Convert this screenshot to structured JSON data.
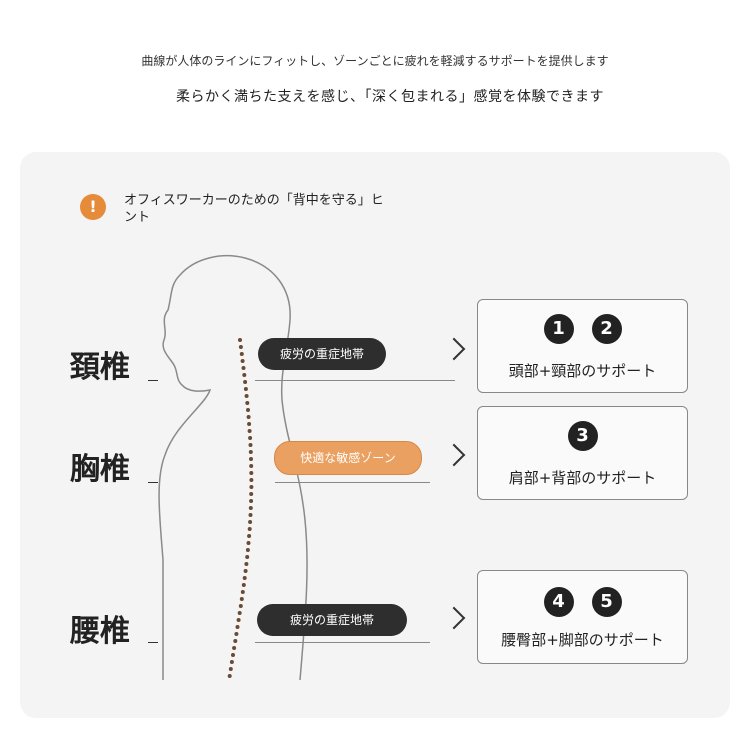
{
  "header": {
    "line1": "曲線が人体のラインにフィットし、ゾーンごとに疲れを軽減するサポートを提供します",
    "line2": "柔らかく満ちた支えを感じ、「深く包まれる」感覚を体験できます"
  },
  "tip": {
    "icon": "!",
    "text": "オフィスワーカーのための「背中を守る」ヒント"
  },
  "zones": [
    {
      "label": "頚椎",
      "pill": "疲労の重症地帯",
      "numbers": [
        "1",
        "2"
      ],
      "support": "頭部+頸部のサポート"
    },
    {
      "label": "胸椎",
      "pill": "快適な敏感ゾーン",
      "numbers": [
        "3"
      ],
      "support": "肩部+背部のサポート"
    },
    {
      "label": "腰椎",
      "pill": "疲労の重症地帯",
      "numbers": [
        "4",
        "5"
      ],
      "support": "腰臀部+脚部のサポート"
    }
  ],
  "colors": {
    "accent": "#e58b3a",
    "dark": "#2e2e2e",
    "spine": "#6b4a36"
  }
}
